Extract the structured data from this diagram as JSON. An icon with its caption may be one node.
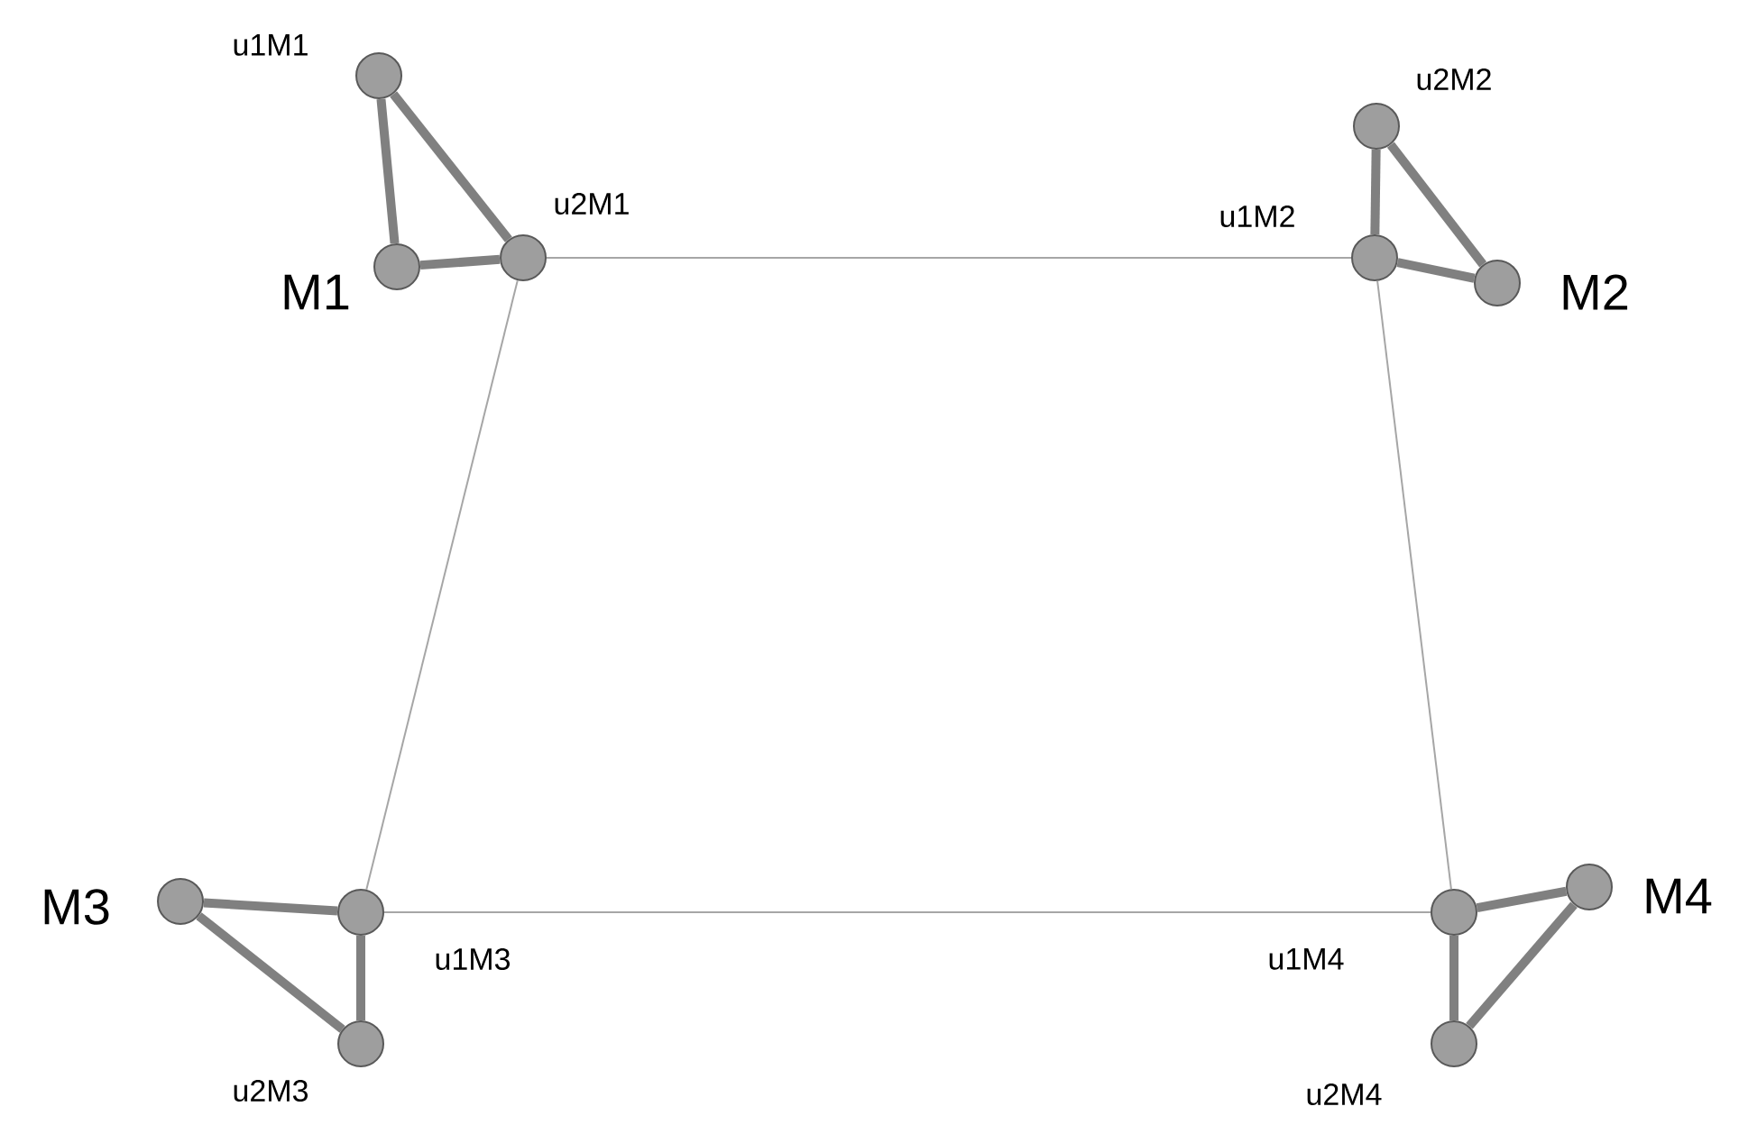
{
  "diagram": {
    "nodes": [
      {
        "text": [],
        "shape": "circle",
        "beside": [
          "u1M1"
        ]
      },
      {
        "text": [],
        "shape": "circle",
        "beside": [
          "M1"
        ]
      },
      {
        "text": [],
        "shape": "circle",
        "beside": [
          "u2M1"
        ]
      },
      {
        "text": [],
        "shape": "circle",
        "beside": [
          "u2M2"
        ]
      },
      {
        "text": [],
        "shape": "circle",
        "beside": [
          "u1M2"
        ]
      },
      {
        "text": [],
        "shape": "circle",
        "beside": [
          "M2"
        ]
      },
      {
        "text": [],
        "shape": "circle",
        "beside": [
          "M3"
        ]
      },
      {
        "text": [],
        "shape": "circle",
        "beside": [
          "u1M3"
        ]
      },
      {
        "text": [],
        "shape": "circle",
        "beside": [
          "u2M3"
        ]
      },
      {
        "text": [],
        "shape": "circle",
        "beside": [
          "u1M4"
        ]
      },
      {
        "text": [],
        "shape": "circle",
        "beside": [
          "M4"
        ]
      },
      {
        "text": [],
        "shape": "circle",
        "beside": [
          "u2M4"
        ]
      }
    ],
    "edges": [
      {
        "from": 0,
        "to": 1,
        "arrow": "none"
      },
      {
        "from": 0,
        "to": 2,
        "arrow": "none"
      },
      {
        "from": 1,
        "to": 2,
        "arrow": "none"
      },
      {
        "from": 3,
        "to": 4,
        "arrow": "none"
      },
      {
        "from": 3,
        "to": 5,
        "arrow": "none"
      },
      {
        "from": 4,
        "to": 5,
        "arrow": "none"
      },
      {
        "from": 6,
        "to": 7,
        "arrow": "none"
      },
      {
        "from": 6,
        "to": 8,
        "arrow": "none"
      },
      {
        "from": 7,
        "to": 8,
        "arrow": "none"
      },
      {
        "from": 9,
        "to": 10,
        "arrow": "none"
      },
      {
        "from": 9,
        "to": 11,
        "arrow": "none"
      },
      {
        "from": 10,
        "to": 11,
        "arrow": "none"
      },
      {
        "from": 2,
        "to": 4,
        "arrow": "none",
        "color": "#a6a6a6"
      },
      {
        "from": 2,
        "to": 7,
        "arrow": "none",
        "color": "#a6a6a6"
      },
      {
        "from": 4,
        "to": 9,
        "arrow": "none",
        "color": "#a6a6a6"
      },
      {
        "from": 7,
        "to": 9,
        "arrow": "none",
        "color": "#a6a6a6"
      }
    ]
  }
}
